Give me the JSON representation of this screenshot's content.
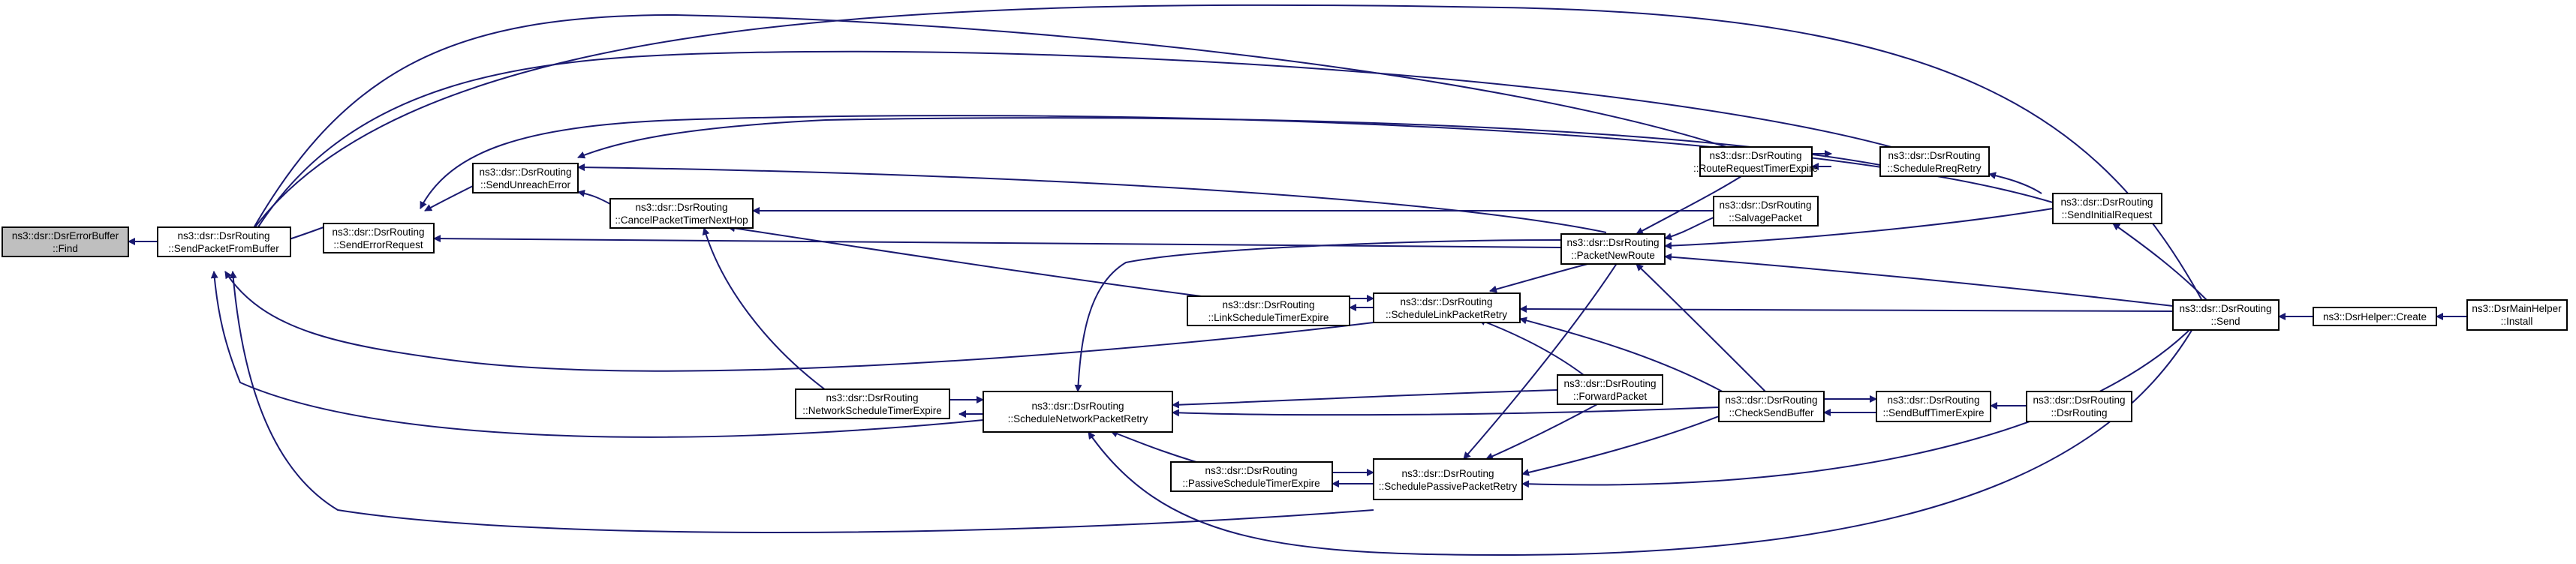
{
  "graph": {
    "edge_color": "#191970",
    "root_fill": "#bfbfbf",
    "nodes": {
      "find": {
        "line1": "ns3::dsr::DsrErrorBuffer",
        "line2": "::Find"
      },
      "spfb": {
        "line1": "ns3::dsr::DsrRouting",
        "line2": "::SendPacketFromBuffer"
      },
      "ser": {
        "line1": "ns3::dsr::DsrRouting",
        "line2": "::SendErrorRequest"
      },
      "sue": {
        "line1": "ns3::dsr::DsrRouting",
        "line2": "::SendUnreachError"
      },
      "cptnh": {
        "line1": "ns3::dsr::DsrRouting",
        "line2": "::CancelPacketTimerNextHop"
      },
      "nste": {
        "line1": "ns3::dsr::DsrRouting",
        "line2": "::NetworkScheduleTimerExpire"
      },
      "snpr": {
        "line1": "ns3::dsr::DsrRouting",
        "line2": "::ScheduleNetworkPacketRetry"
      },
      "lste": {
        "line1": "ns3::dsr::DsrRouting",
        "line2": "::LinkScheduleTimerExpire"
      },
      "slpr": {
        "line1": "ns3::dsr::DsrRouting",
        "line2": "::ScheduleLinkPacketRetry"
      },
      "pste": {
        "line1": "ns3::dsr::DsrRouting",
        "line2": "::PassiveScheduleTimerExpire"
      },
      "sppr": {
        "line1": "ns3::dsr::DsrRouting",
        "line2": "::SchedulePassivePacketRetry"
      },
      "pnr": {
        "line1": "ns3::dsr::DsrRouting",
        "line2": "::PacketNewRoute"
      },
      "fp": {
        "line1": "ns3::dsr::DsrRouting",
        "line2": "::ForwardPacket"
      },
      "rrte": {
        "line1": "ns3::dsr::DsrRouting",
        "line2": "::RouteRequestTimerExpire"
      },
      "sp": {
        "line1": "ns3::dsr::DsrRouting",
        "line2": "::SalvagePacket"
      },
      "csb": {
        "line1": "ns3::dsr::DsrRouting",
        "line2": "::CheckSendBuffer"
      },
      "srr": {
        "line1": "ns3::dsr::DsrRouting",
        "line2": "::ScheduleRreqRetry"
      },
      "sir": {
        "line1": "ns3::dsr::DsrRouting",
        "line2": "::SendInitialRequest"
      },
      "sbte": {
        "line1": "ns3::dsr::DsrRouting",
        "line2": "::SendBuffTimerExpire"
      },
      "ctor": {
        "line1": "ns3::dsr::DsrRouting",
        "line2": "::DsrRouting"
      },
      "send": {
        "line1": "ns3::dsr::DsrRouting",
        "line2": "::Send"
      },
      "create": {
        "line1": "ns3::DsrHelper::Create",
        "line2": ""
      },
      "install": {
        "line1": "ns3::DsrMainHelper",
        "line2": "::Install"
      }
    },
    "edges": [
      [
        "spfb",
        "find"
      ],
      [
        "ser",
        "spfb"
      ],
      [
        "sue",
        "ser"
      ],
      [
        "cptnh",
        "sue"
      ],
      [
        "nste",
        "cptnh"
      ],
      [
        "lste",
        "cptnh"
      ],
      [
        "snpr",
        "nste"
      ],
      [
        "slpr",
        "lste"
      ],
      [
        "snpr",
        "spfb"
      ],
      [
        "slpr",
        "spfb"
      ],
      [
        "sppr",
        "spfb"
      ],
      [
        "rrte",
        "spfb"
      ],
      [
        "srr",
        "spfb"
      ],
      [
        "send",
        "spfb"
      ],
      [
        "sir",
        "ser"
      ],
      [
        "pnr",
        "ser"
      ],
      [
        "pnr",
        "sue"
      ],
      [
        "srr",
        "sue"
      ],
      [
        "sp",
        "cptnh"
      ],
      [
        "pnr",
        "snpr"
      ],
      [
        "fp",
        "snpr"
      ],
      [
        "csb",
        "snpr"
      ],
      [
        "pste",
        "snpr"
      ],
      [
        "send",
        "snpr"
      ],
      [
        "lste",
        "slpr"
      ],
      [
        "pnr",
        "slpr"
      ],
      [
        "fp",
        "slpr"
      ],
      [
        "csb",
        "slpr"
      ],
      [
        "send",
        "slpr"
      ],
      [
        "sppr",
        "pste"
      ],
      [
        "pnr",
        "sppr"
      ],
      [
        "fp",
        "sppr"
      ],
      [
        "csb",
        "sppr"
      ],
      [
        "send",
        "sppr"
      ],
      [
        "sp",
        "pnr"
      ],
      [
        "rrte",
        "pnr"
      ],
      [
        "csb",
        "pnr"
      ],
      [
        "sir",
        "pnr"
      ],
      [
        "send",
        "pnr"
      ],
      [
        "srr",
        "rrte"
      ],
      [
        "rrte",
        "srr"
      ],
      [
        "sir",
        "srr"
      ],
      [
        "send",
        "sir"
      ],
      [
        "sbte",
        "csb"
      ],
      [
        "csb",
        "sbte"
      ],
      [
        "ctor",
        "sbte"
      ],
      [
        "create",
        "send"
      ],
      [
        "install",
        "create"
      ]
    ]
  }
}
